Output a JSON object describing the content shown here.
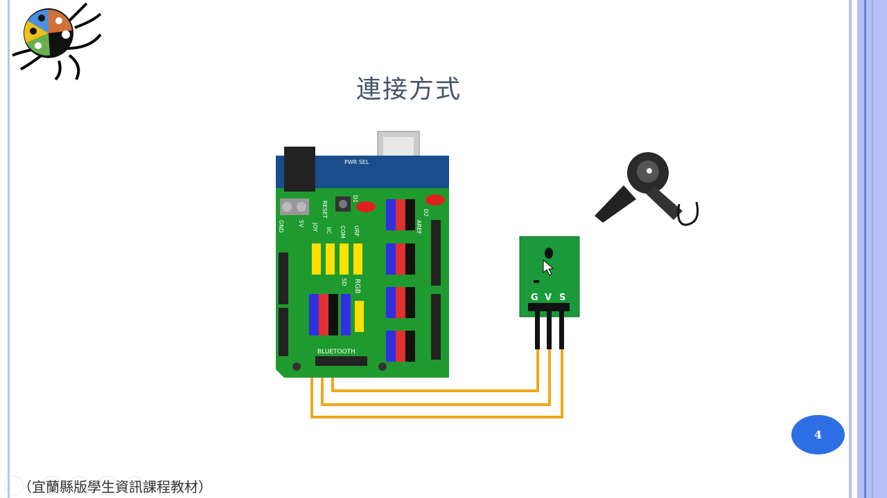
{
  "slide": {
    "title": "連接方式",
    "page_number": "4",
    "footer": "（宜蘭縣版學生資訊課程教材）"
  },
  "board": {
    "pwr_sel": "PWR SEL",
    "reset": "RESET",
    "d1": "D1",
    "d2": "D2",
    "gnd": "GND",
    "v5": "5V",
    "joy": "JOY",
    "iic": "IIC",
    "com": "COM",
    "urf": "URF",
    "sd": "SD",
    "rgb": "RGB",
    "bluetooth": "BLUETOOTH",
    "aref": "AREF"
  },
  "sensor": {
    "pins": [
      "G",
      "V",
      "S"
    ]
  },
  "colors": {
    "accent": "#2f6fe6",
    "wire": "#f0a818",
    "board": "#1f9a2f",
    "sensor": "#1a9a3a"
  }
}
